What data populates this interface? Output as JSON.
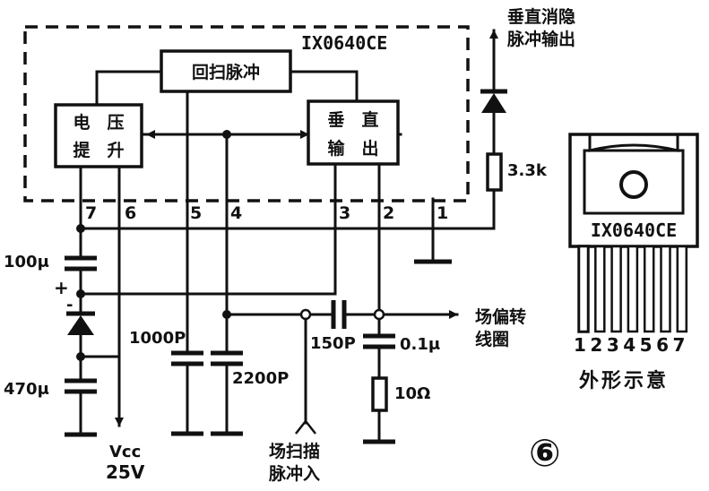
{
  "ic": {
    "part_number": "IX0640CE",
    "blocks": {
      "flyback": "回扫脉冲",
      "boost_line1": "电　压",
      "boost_line2": "提　升",
      "vout_line1": "垂　直",
      "vout_line2": "输　出"
    },
    "pins": [
      "7",
      "6",
      "5",
      "4",
      "3",
      "2",
      "1"
    ]
  },
  "components": {
    "c_boost": "100μ",
    "c_supply": "470μ",
    "polarity_plus": "+",
    "polarity_minus": "-",
    "c_5": "1000P",
    "c_4": "2200P",
    "c_input": "150P",
    "c_output": "0.1μ",
    "r_output": "10Ω",
    "r_blank": "3.3k"
  },
  "signals": {
    "blank_out_line1": "垂直消隐",
    "blank_out_line2": "脉冲输出",
    "yoke_line1": "场偏转",
    "yoke_line2": "线圈",
    "input_line1": "场扫描",
    "input_line2": "脉冲入",
    "vcc_line1": "Vcc",
    "vcc_line2": "25V"
  },
  "package": {
    "title": "外形示意",
    "part_number": "IX0640CE",
    "pin_numbers": "1234567"
  },
  "figure_number": "⑥"
}
